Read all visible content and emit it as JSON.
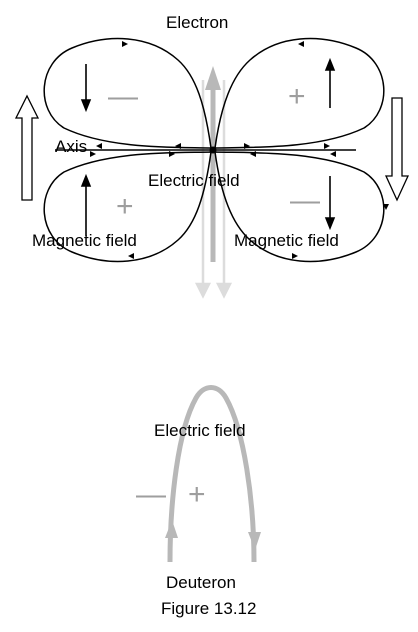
{
  "electron_diagram": {
    "label_top": "Electron",
    "label_axis": "Axis",
    "label_center": "Electric field",
    "label_left_bottom": "Magnetic field",
    "label_right_bottom": "Magnetic field",
    "signs": {
      "upper_left": "—",
      "upper_right": "+",
      "lower_left": "+",
      "lower_right": "—"
    }
  },
  "deuteron_diagram": {
    "label_field": "Electric field",
    "label_bottom": "Deuteron",
    "signs": {
      "left": "—",
      "right": "+"
    }
  },
  "caption": "Figure 13.12",
  "colors": {
    "ink": "#000000",
    "grey_arrow": "#b8b8b8",
    "light_grey_arrow": "#dcdcdc",
    "sign_grey": "#9e9e9e"
  }
}
